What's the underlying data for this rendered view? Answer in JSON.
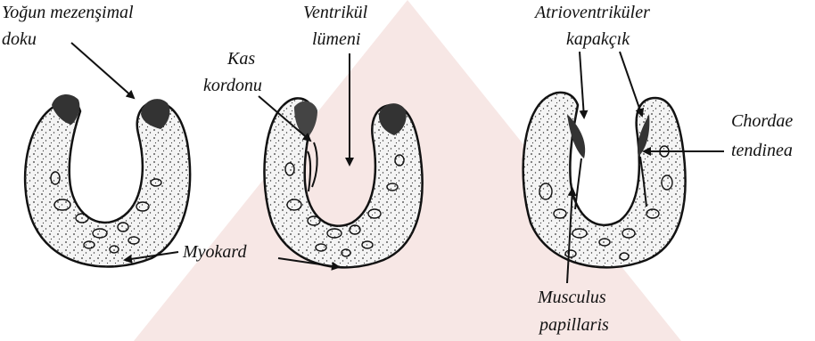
{
  "labels": {
    "dense_mesenchyme_line1": "Yoğun mezenşimal",
    "dense_mesenchyme_line2": "doku",
    "ventricle_lumen_line1": "Ventrikül",
    "ventricle_lumen_line2": "lümeni",
    "muscle_cord_line1": "Kas",
    "muscle_cord_line2": "kordonu",
    "av_valve_line1": "Atrioventriküler",
    "av_valve_line2": "kapakçık",
    "chordae_line1": "Chordae",
    "chordae_line2": "tendinea",
    "myocardium": "Myokard",
    "papillary_line1": "Musculus",
    "papillary_line2": "papillaris"
  },
  "colors": {
    "watermark": "#c0392b",
    "ink": "#111111",
    "dense_tissue": "#333333"
  }
}
